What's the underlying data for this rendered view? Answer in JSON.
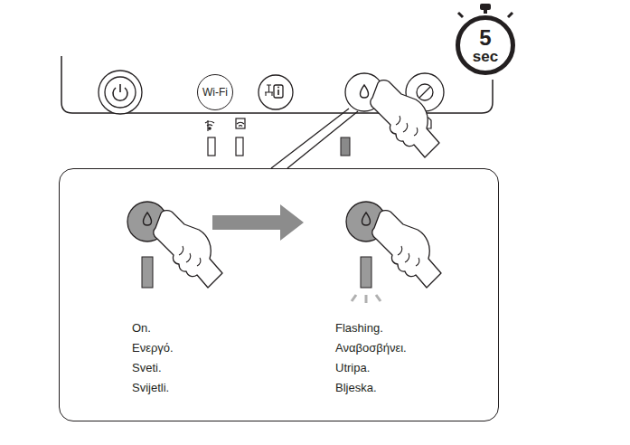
{
  "diagram": {
    "nodes": [
      {
        "text": [
          "Wi-Fi"
        ]
      },
      {
        "text": [
          "5",
          "sec"
        ]
      },
      {
        "text": [
          "On.",
          "Ενεργό.",
          "Sveti.",
          "Svijetli.",
          "Flashing.",
          "Αναβοσβήνει.",
          "Utripa.",
          "Bljeska."
        ]
      }
    ]
  }
}
